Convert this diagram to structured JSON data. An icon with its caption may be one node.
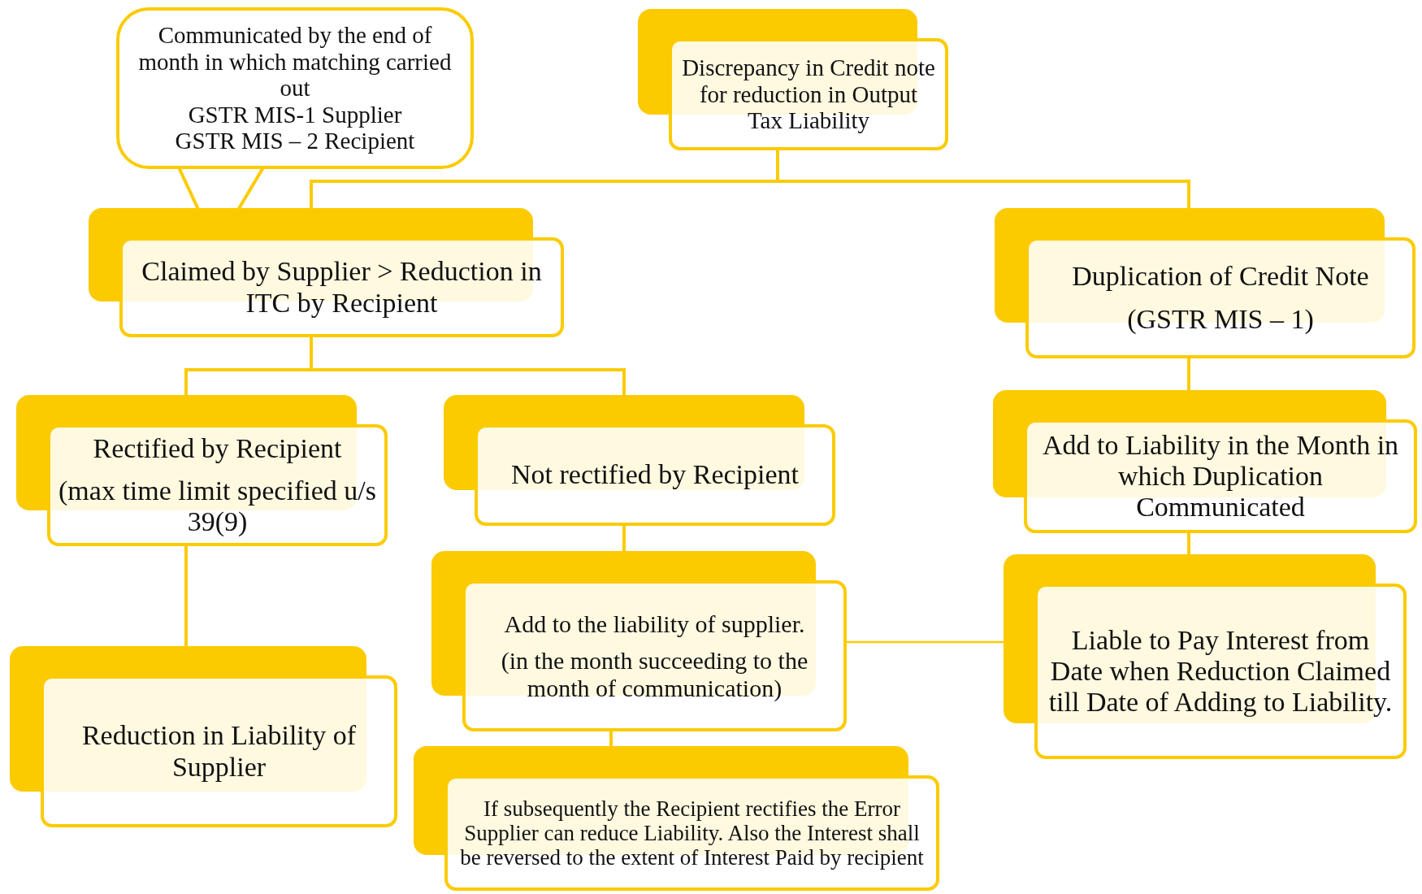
{
  "diagram": {
    "nodes": [
      {
        "text": [
          "Communicated by the end of month in which matching carried out",
          "GSTR MIS-1 Supplier",
          "GSTR MIS – 2 Recipient"
        ]
      },
      {
        "text": [
          "Discrepancy in Credit note for reduction in Output Tax Liability"
        ]
      },
      {
        "text": [
          "Claimed by Supplier > Reduction in ITC by Recipient"
        ]
      },
      {
        "text": [
          "Duplication of Credit Note",
          "(GSTR MIS – 1)"
        ]
      },
      {
        "text": [
          "Rectified by Recipient",
          "(max time limit specified u/s 39(9)"
        ]
      },
      {
        "text": [
          "Not rectified by Recipient"
        ]
      },
      {
        "text": [
          "Add to Liability in the Month in which Duplication Communicated"
        ]
      },
      {
        "text": [
          "Reduction in Liability of Supplier"
        ]
      },
      {
        "text": [
          "Add to the liability of supplier.",
          "(in the month succeeding to the month of communication)"
        ]
      },
      {
        "text": [
          "Liable to Pay Interest from Date when Reduction Claimed till Date of Adding to Liability."
        ]
      },
      {
        "text": [
          "If subsequently the Recipient rectifies the Error Supplier can reduce Liability. Also the Interest shall be reversed to the extent of Interest Paid by recipient"
        ]
      }
    ],
    "edges": [
      {
        "from": 0,
        "to": 2,
        "arrow": "none"
      },
      {
        "from": 1,
        "to": 2,
        "arrow": "none"
      },
      {
        "from": 1,
        "to": 3,
        "arrow": "none"
      },
      {
        "from": 2,
        "to": 4,
        "arrow": "none"
      },
      {
        "from": 2,
        "to": 5,
        "arrow": "none"
      },
      {
        "from": 3,
        "to": 6,
        "arrow": "none"
      },
      {
        "from": 4,
        "to": 7,
        "arrow": "none"
      },
      {
        "from": 5,
        "to": 8,
        "arrow": "none"
      },
      {
        "from": 6,
        "to": 9,
        "arrow": "none"
      },
      {
        "from": 8,
        "to": 9,
        "arrow": "none"
      },
      {
        "from": 8,
        "to": 10,
        "arrow": "none"
      }
    ]
  }
}
